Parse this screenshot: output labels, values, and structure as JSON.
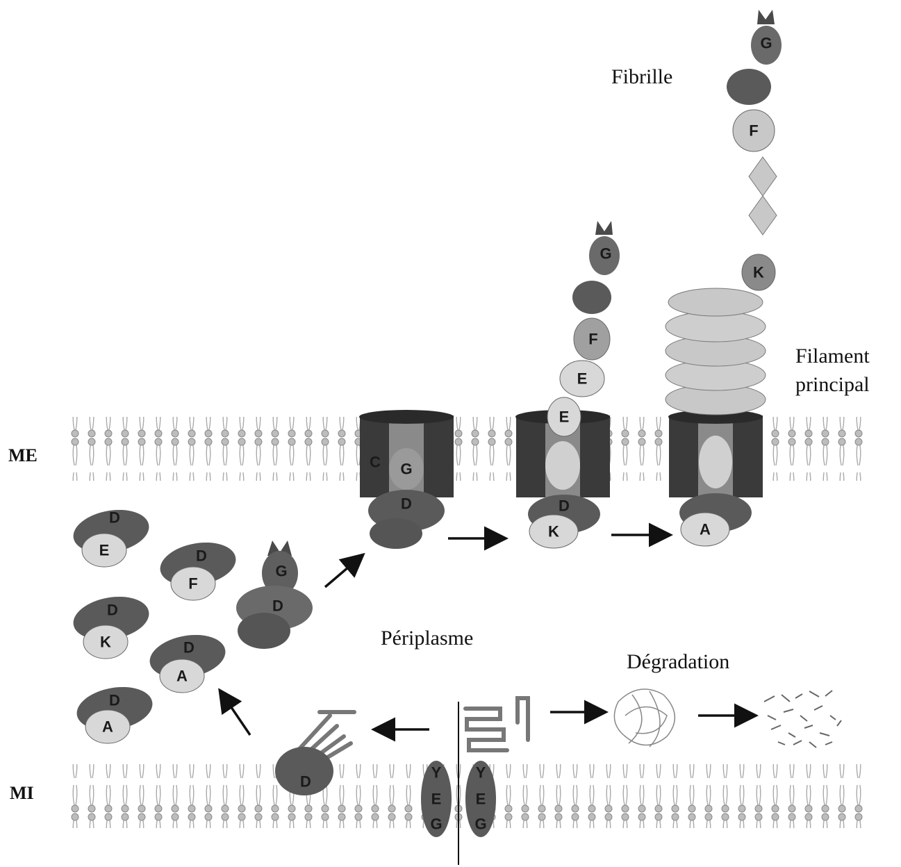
{
  "labels": {
    "outer_membrane": "ME",
    "inner_membrane": "MI",
    "fibril": "Fibrille",
    "main_filament_line1": "Filament",
    "main_filament_line2": "principal",
    "periplasm": "Périplasme",
    "degradation": "Dégradation"
  },
  "subunits": {
    "A": "A",
    "D": "D",
    "E": "E",
    "F": "F",
    "G": "G",
    "K": "K",
    "Y": "Y",
    "C": "C"
  },
  "colors": {
    "chaperone_dark": "#5a5a5a",
    "subunit_light": "#d8d8d8",
    "subunit_mid": "#a8a8a8",
    "usher_dark": "#3a3a3a",
    "membrane": "#c8c8c8"
  }
}
